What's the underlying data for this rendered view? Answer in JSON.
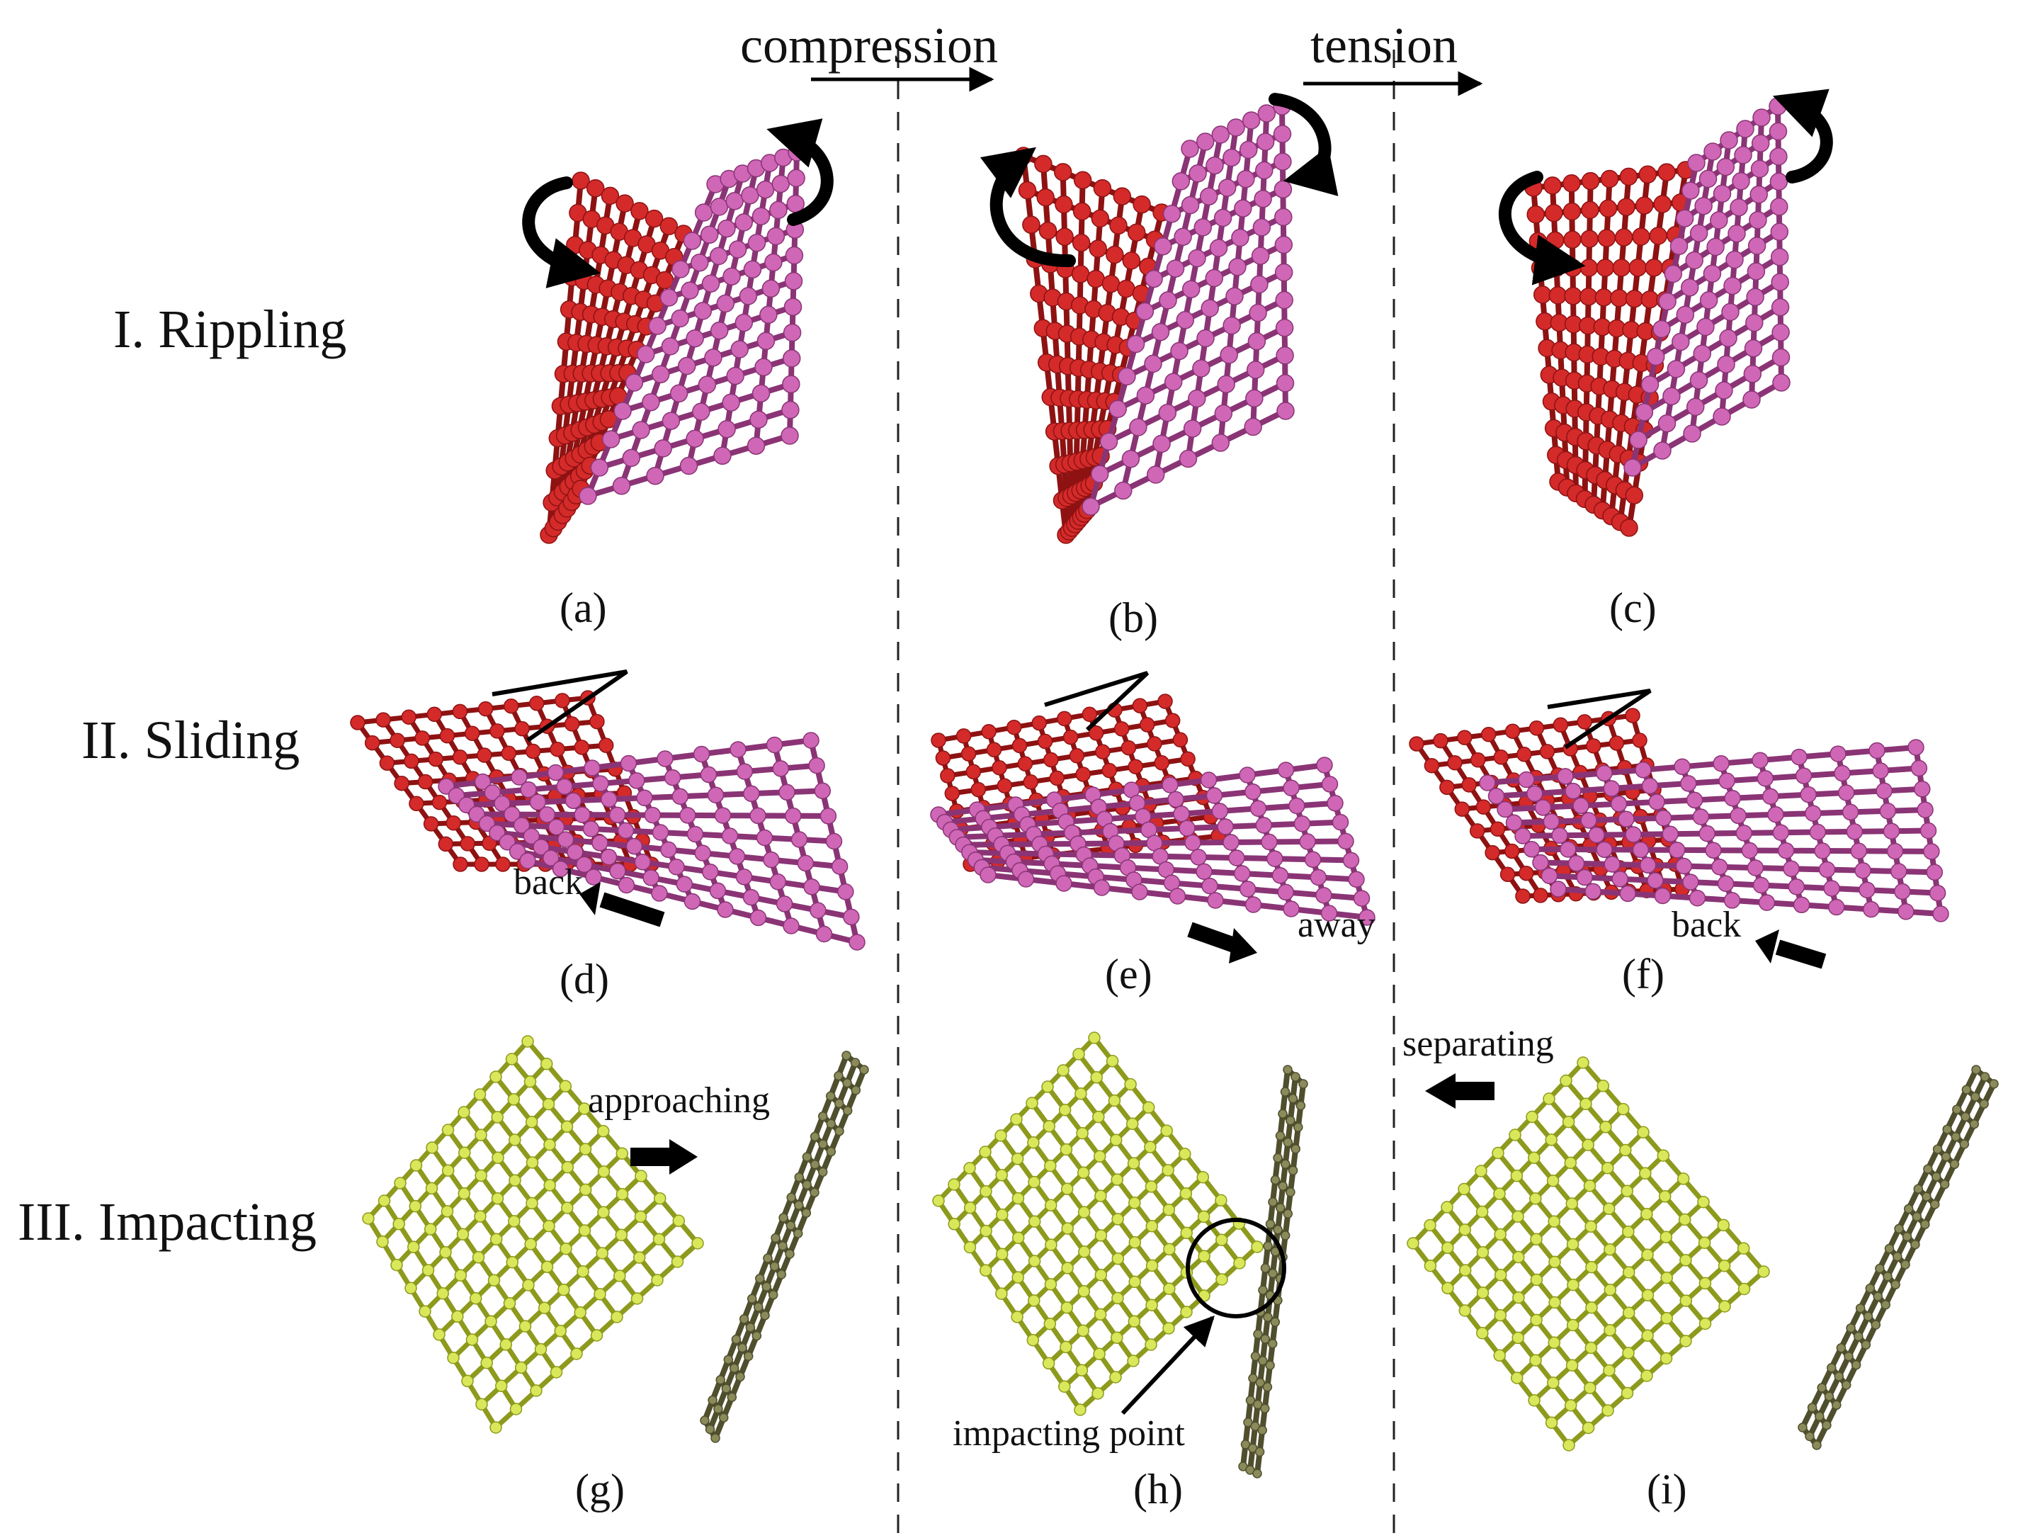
{
  "header": {
    "compression": "compression",
    "tension": "tension"
  },
  "rows": [
    {
      "id": "rippling",
      "title": "I. Rippling"
    },
    {
      "id": "sliding",
      "title": "II. Sliding"
    },
    {
      "id": "impacting",
      "title": "III. Impacting"
    }
  ],
  "panels": [
    {
      "id": "a",
      "label": "(a)"
    },
    {
      "id": "b",
      "label": "(b)"
    },
    {
      "id": "c",
      "label": "(c)"
    },
    {
      "id": "d",
      "label": "(d)",
      "annotation": "back"
    },
    {
      "id": "e",
      "label": "(e)",
      "annotation": "away"
    },
    {
      "id": "f",
      "label": "(f)",
      "annotation": "back"
    },
    {
      "id": "g",
      "label": "(g)",
      "annotation": "approaching"
    },
    {
      "id": "h",
      "label": "(h)",
      "annotation": "impacting point"
    },
    {
      "id": "i",
      "label": "(i)",
      "annotation": "separating"
    }
  ],
  "colors": {
    "sheet_red": "#d42a2a",
    "sheet_red_dark": "#8e1212",
    "sheet_pink": "#cf66b6",
    "sheet_pink_dark": "#8a3475",
    "sheet_yellow": "#d9e75a",
    "sheet_yellow_dark": "#8d9a1c",
    "sheet_olive": "#8a8a5a",
    "sheet_olive_dark": "#4f4f2e",
    "arrow": "#000000"
  }
}
